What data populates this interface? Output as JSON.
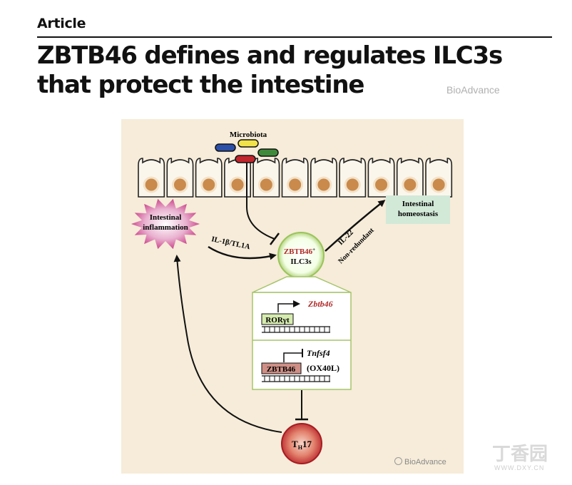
{
  "article": {
    "section_label": "Article",
    "title": "ZBTB46 defines and regulates ILC3s that protect the intestine"
  },
  "watermarks": {
    "top": "BioAdvance",
    "bottom": "BioAdvance",
    "logo": "丁香园",
    "url": "WWW.DXY.CN"
  },
  "figure": {
    "microbiota_label": "Microbiota",
    "inflammation_label_line1": "Intestinal",
    "inflammation_label_line2": "inflammation",
    "homeostasis_label_line1": "Intestinal",
    "homeostasis_label_line2": "homeostasis",
    "il1b_label": "IL-1β/TL1A",
    "il22_label": "IL-22",
    "nonredundant_label": "Non-redundant",
    "ilc3_label_line1": "ZBTB46",
    "ilc3_label_sup": "+",
    "ilc3_label_line2": "ILC3s",
    "gene1_label": "Zbtb46",
    "tf1_label": "RORγt",
    "gene2_label": "Tnfsf4",
    "gene2_alias": "(OX40L)",
    "tf2_label": "ZBTB46",
    "th17_label": "T",
    "th17_sub": "H",
    "th17_num": "17",
    "colors": {
      "background": "#f6ecd9",
      "cell_fill": "#fbf6ec",
      "nucleus": "#c98a4c",
      "zbtb46_red": "#b22a2a",
      "panel_green": "#a6c46a",
      "ror_box": "#d6ebb0",
      "zbtb46_box": "#cf8f86",
      "homeostasis_box": "#d2e9d8",
      "inflammation": "#c7307e"
    }
  }
}
